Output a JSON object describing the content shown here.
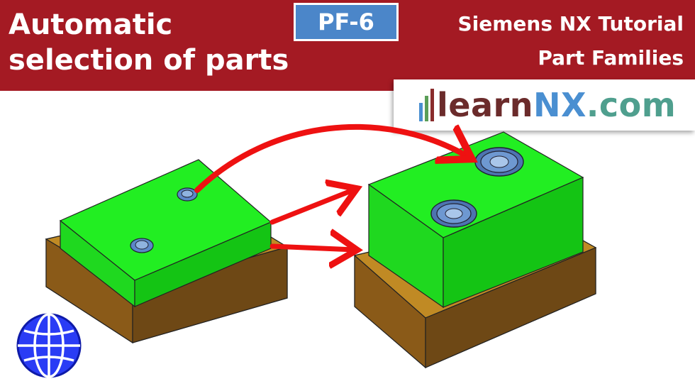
{
  "header": {
    "title_line1": "Automatic",
    "title_line2": "selection of parts",
    "badge": "PF-6",
    "series_line1": "Siemens NX Tutorial",
    "series_line2": "Part Families"
  },
  "logo": {
    "learn": "learn",
    "nx": "NX",
    "dotcom": ".com",
    "bar_colors": [
      "#4a8fd1",
      "#5a9e57",
      "#8a2c2c"
    ]
  },
  "colors": {
    "banner": "#a41a23",
    "badge": "#4b86c9",
    "part_top": "#22ee22",
    "base": "#b07818",
    "arrow": "#ee1111",
    "screw": "#7aa6d6",
    "globe": "#1e3cff"
  },
  "icons": [
    "globe-icon",
    "arrow-icon",
    "screw-icon"
  ]
}
